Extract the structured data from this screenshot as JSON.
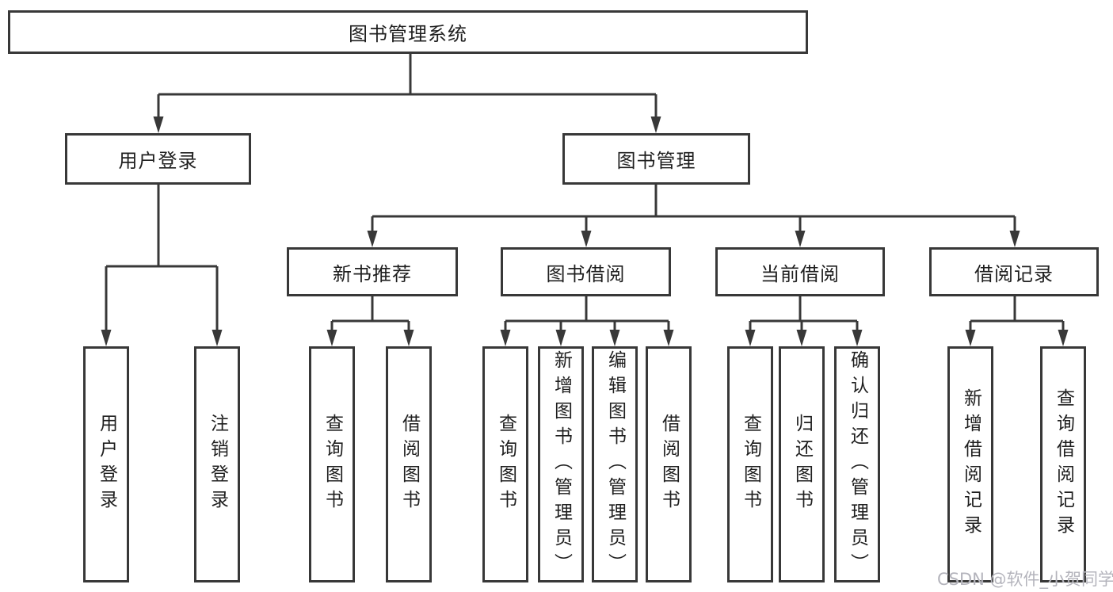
{
  "diagram_type": "org-tree",
  "colors": {
    "line": "#383838",
    "text": "#1f1f1f",
    "watermark": "#b4b4bc",
    "bg": "#ffffff"
  },
  "tree": {
    "root": {
      "label": "图书管理系统",
      "children": [
        {
          "label": "用户登录",
          "children": [
            {
              "label": "用户登录"
            },
            {
              "label": "注销登录"
            }
          ]
        },
        {
          "label": "图书管理",
          "children": [
            {
              "label": "新书推荐",
              "children": [
                {
                  "label": "查询图书"
                },
                {
                  "label": "借阅图书"
                }
              ]
            },
            {
              "label": "图书借阅",
              "children": [
                {
                  "label": "查询图书"
                },
                {
                  "label": "新增图书（管理员）"
                },
                {
                  "label": "编辑图书（管理员）"
                },
                {
                  "label": "借阅图书"
                }
              ]
            },
            {
              "label": "当前借阅",
              "children": [
                {
                  "label": "查询图书"
                },
                {
                  "label": "归还图书"
                },
                {
                  "label": "确认归还（管理员）"
                }
              ]
            },
            {
              "label": "借阅记录",
              "children": [
                {
                  "label": "新增借阅记录"
                },
                {
                  "label": "查询借阅记录"
                }
              ]
            }
          ]
        }
      ]
    }
  },
  "watermark": {
    "text": "CSDN @软件_小贺同学"
  }
}
